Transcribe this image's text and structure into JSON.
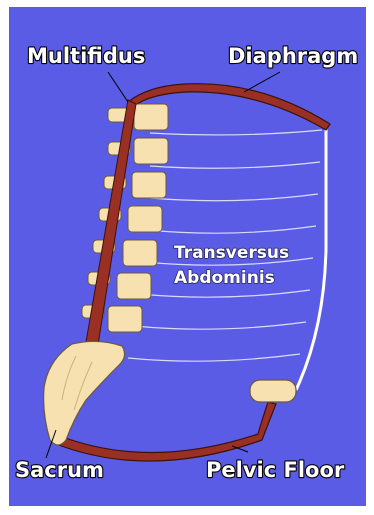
{
  "labels": {
    "multifidus": "Multifidus",
    "diaphragm": "Diaphragm",
    "transversus_line1": "Transversus",
    "transversus_line2": "Abdominis",
    "sacrum": "Sacrum",
    "pelvic_floor": "Pelvic Floor"
  },
  "colors": {
    "background": "#5b5ce6",
    "border": "#ffffff",
    "muscle": "#9a3024",
    "bone": "#f7e1b0",
    "fiber": "#d9dcf7",
    "label_text": "#ffffff"
  }
}
